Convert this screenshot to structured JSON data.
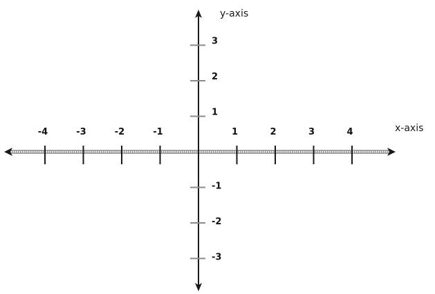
{
  "axes": {
    "x_title": "x-axis",
    "y_title": "y-axis"
  },
  "x_ticks": [
    {
      "value": -4,
      "label": "-4"
    },
    {
      "value": -3,
      "label": "-3"
    },
    {
      "value": -2,
      "label": "-2"
    },
    {
      "value": -1,
      "label": "-1"
    },
    {
      "value": 1,
      "label": "1"
    },
    {
      "value": 2,
      "label": "2"
    },
    {
      "value": 3,
      "label": "3"
    },
    {
      "value": 4,
      "label": "4"
    }
  ],
  "y_ticks": [
    {
      "value": 3,
      "label": "3"
    },
    {
      "value": 2,
      "label": "2"
    },
    {
      "value": 1,
      "label": "1"
    },
    {
      "value": -1,
      "label": "-1"
    },
    {
      "value": -2,
      "label": "-2"
    },
    {
      "value": -3,
      "label": "-3"
    }
  ],
  "colors": {
    "axis": "#1a1a1a",
    "x_axis_hatch": "#8a8a8a"
  }
}
